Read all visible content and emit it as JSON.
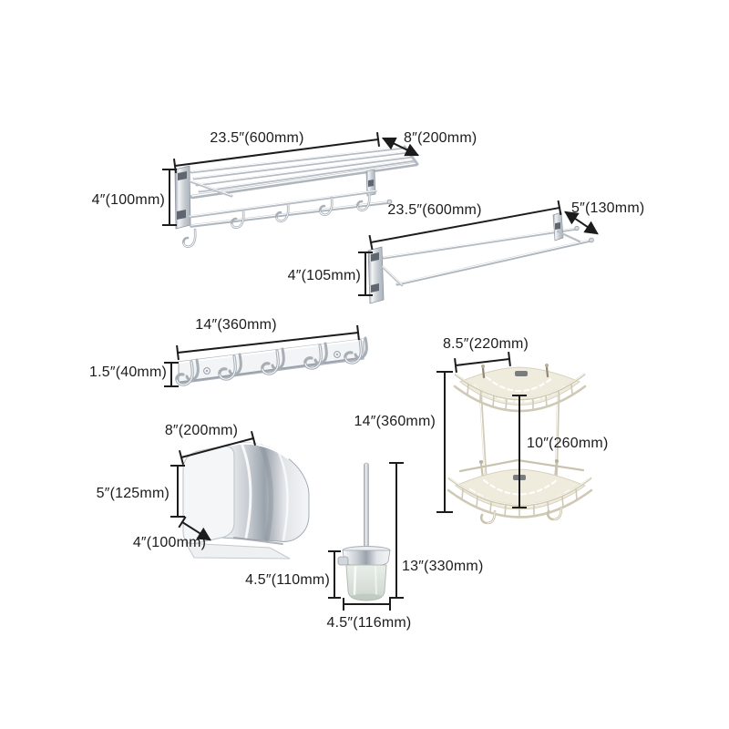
{
  "diagram": {
    "background": "#ffffff",
    "line_color": "#1c1c1c",
    "text_color": "#1c1c1c",
    "metal_color": "#c6ccd2",
    "warm_metal_color": "#cfc8b2"
  },
  "products": [
    {
      "id": "folding-towel-rack-with-shelf",
      "dims": {
        "width": "23.5″(600mm)",
        "depth": "8″(200mm)",
        "height": "4″(100mm)"
      }
    },
    {
      "id": "double-towel-bar",
      "dims": {
        "width": "23.5″(600mm)",
        "depth": "5″(130mm)",
        "height": "4″(105mm)"
      }
    },
    {
      "id": "five-hook-rail",
      "dims": {
        "width": "14″(360mm)",
        "height": "1.5″(40mm)"
      }
    },
    {
      "id": "two-tier-corner-basket",
      "dims": {
        "shelf_width": "8.5″(220mm)",
        "overall_height": "14″(360mm)",
        "tier_height": "10″(260mm)"
      }
    },
    {
      "id": "toilet-paper-holder",
      "dims": {
        "width": "8″(200mm)",
        "height": "5″(125mm)",
        "depth": "4″(100mm)"
      }
    },
    {
      "id": "toilet-brush-with-holder",
      "dims": {
        "holder_height": "4.5″(110mm)",
        "overall_height": "13″(330mm)",
        "holder_width": "4.5″(116mm)"
      }
    }
  ]
}
